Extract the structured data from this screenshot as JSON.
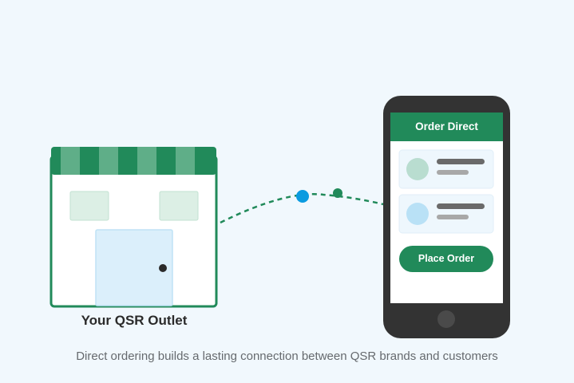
{
  "outlet": {
    "label": "Your QSR Outlet"
  },
  "phone": {
    "header_title": "Order Direct",
    "button_label": "Place Order"
  },
  "caption": "Direct ordering builds a lasting connection between QSR brands and customers",
  "colors": {
    "brand_green": "#218a5a",
    "awning_light": "#5fae88",
    "accent_blue": "#0b9be0",
    "phone_body": "#333333"
  },
  "icons": [
    "store-icon",
    "smartphone-icon",
    "home-button-icon"
  ]
}
